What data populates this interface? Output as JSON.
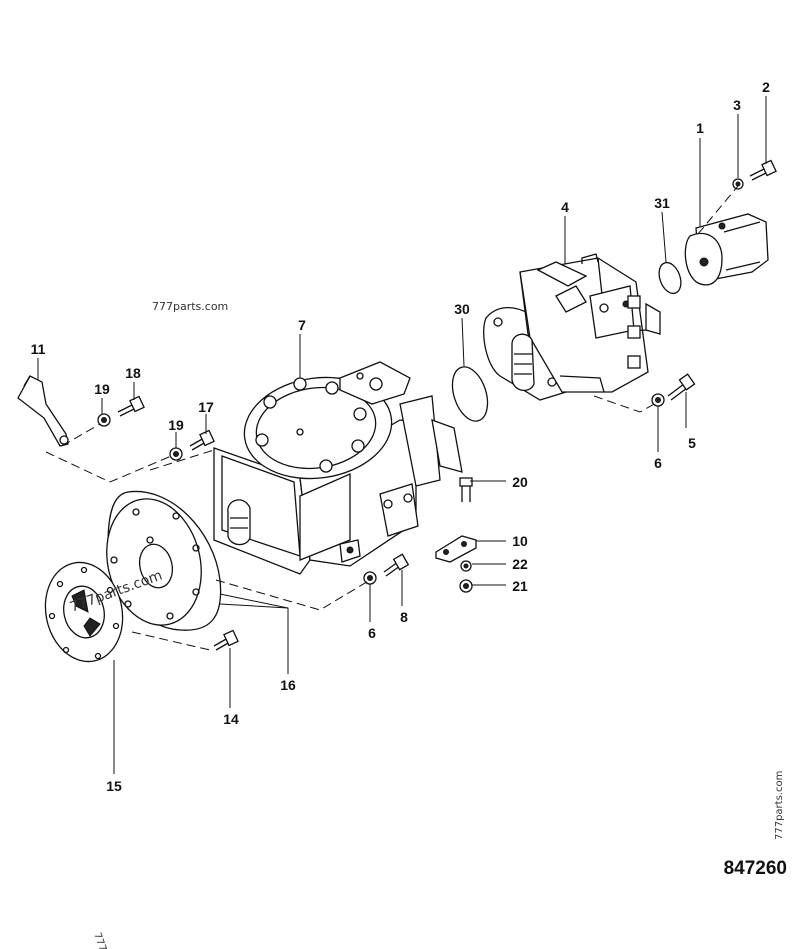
{
  "labels": {
    "p1": "1",
    "p2": "2",
    "p3": "3",
    "p4": "4",
    "p5": "5",
    "p6a": "6",
    "p6b": "6",
    "p7": "7",
    "p8": "8",
    "p10": "10",
    "p11": "11",
    "p14": "14",
    "p15": "15",
    "p16": "16",
    "p17": "17",
    "p18": "18",
    "p19a": "19",
    "p19b": "19",
    "p20": "20",
    "p21": "21",
    "p22": "22",
    "p30": "30",
    "p31": "31"
  },
  "watermarks": {
    "top": "777parts.com",
    "flywheel": "777parts.com",
    "side": "777parts.com",
    "corner": "777"
  },
  "drawing_number": "847260"
}
